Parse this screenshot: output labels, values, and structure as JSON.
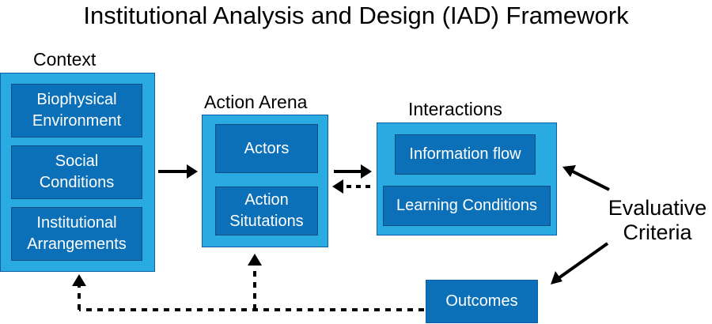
{
  "title": "Institutional Analysis and Design (IAD) Framework",
  "context": {
    "label": "Context",
    "items": [
      {
        "line1": "Biophysical",
        "line2": "Environment"
      },
      {
        "line1": "Social",
        "line2": "Conditions"
      },
      {
        "line1": "Institutional",
        "line2": "Arrangements"
      }
    ]
  },
  "action_arena": {
    "label": "Action Arena",
    "items": [
      {
        "line1": "Actors",
        "line2": ""
      },
      {
        "line1": "Action",
        "line2": "Situtations"
      }
    ]
  },
  "interactions": {
    "label": "Interactions",
    "items": [
      "Information flow",
      "Learning Conditions"
    ]
  },
  "outcomes": {
    "label": "Outcomes"
  },
  "evaluative_criteria": {
    "line1": "Evaluative",
    "line2": "Criteria"
  },
  "colors": {
    "outer_box": "#29abe2",
    "inner_box": "#0b70b8",
    "arrow": "#000000"
  }
}
